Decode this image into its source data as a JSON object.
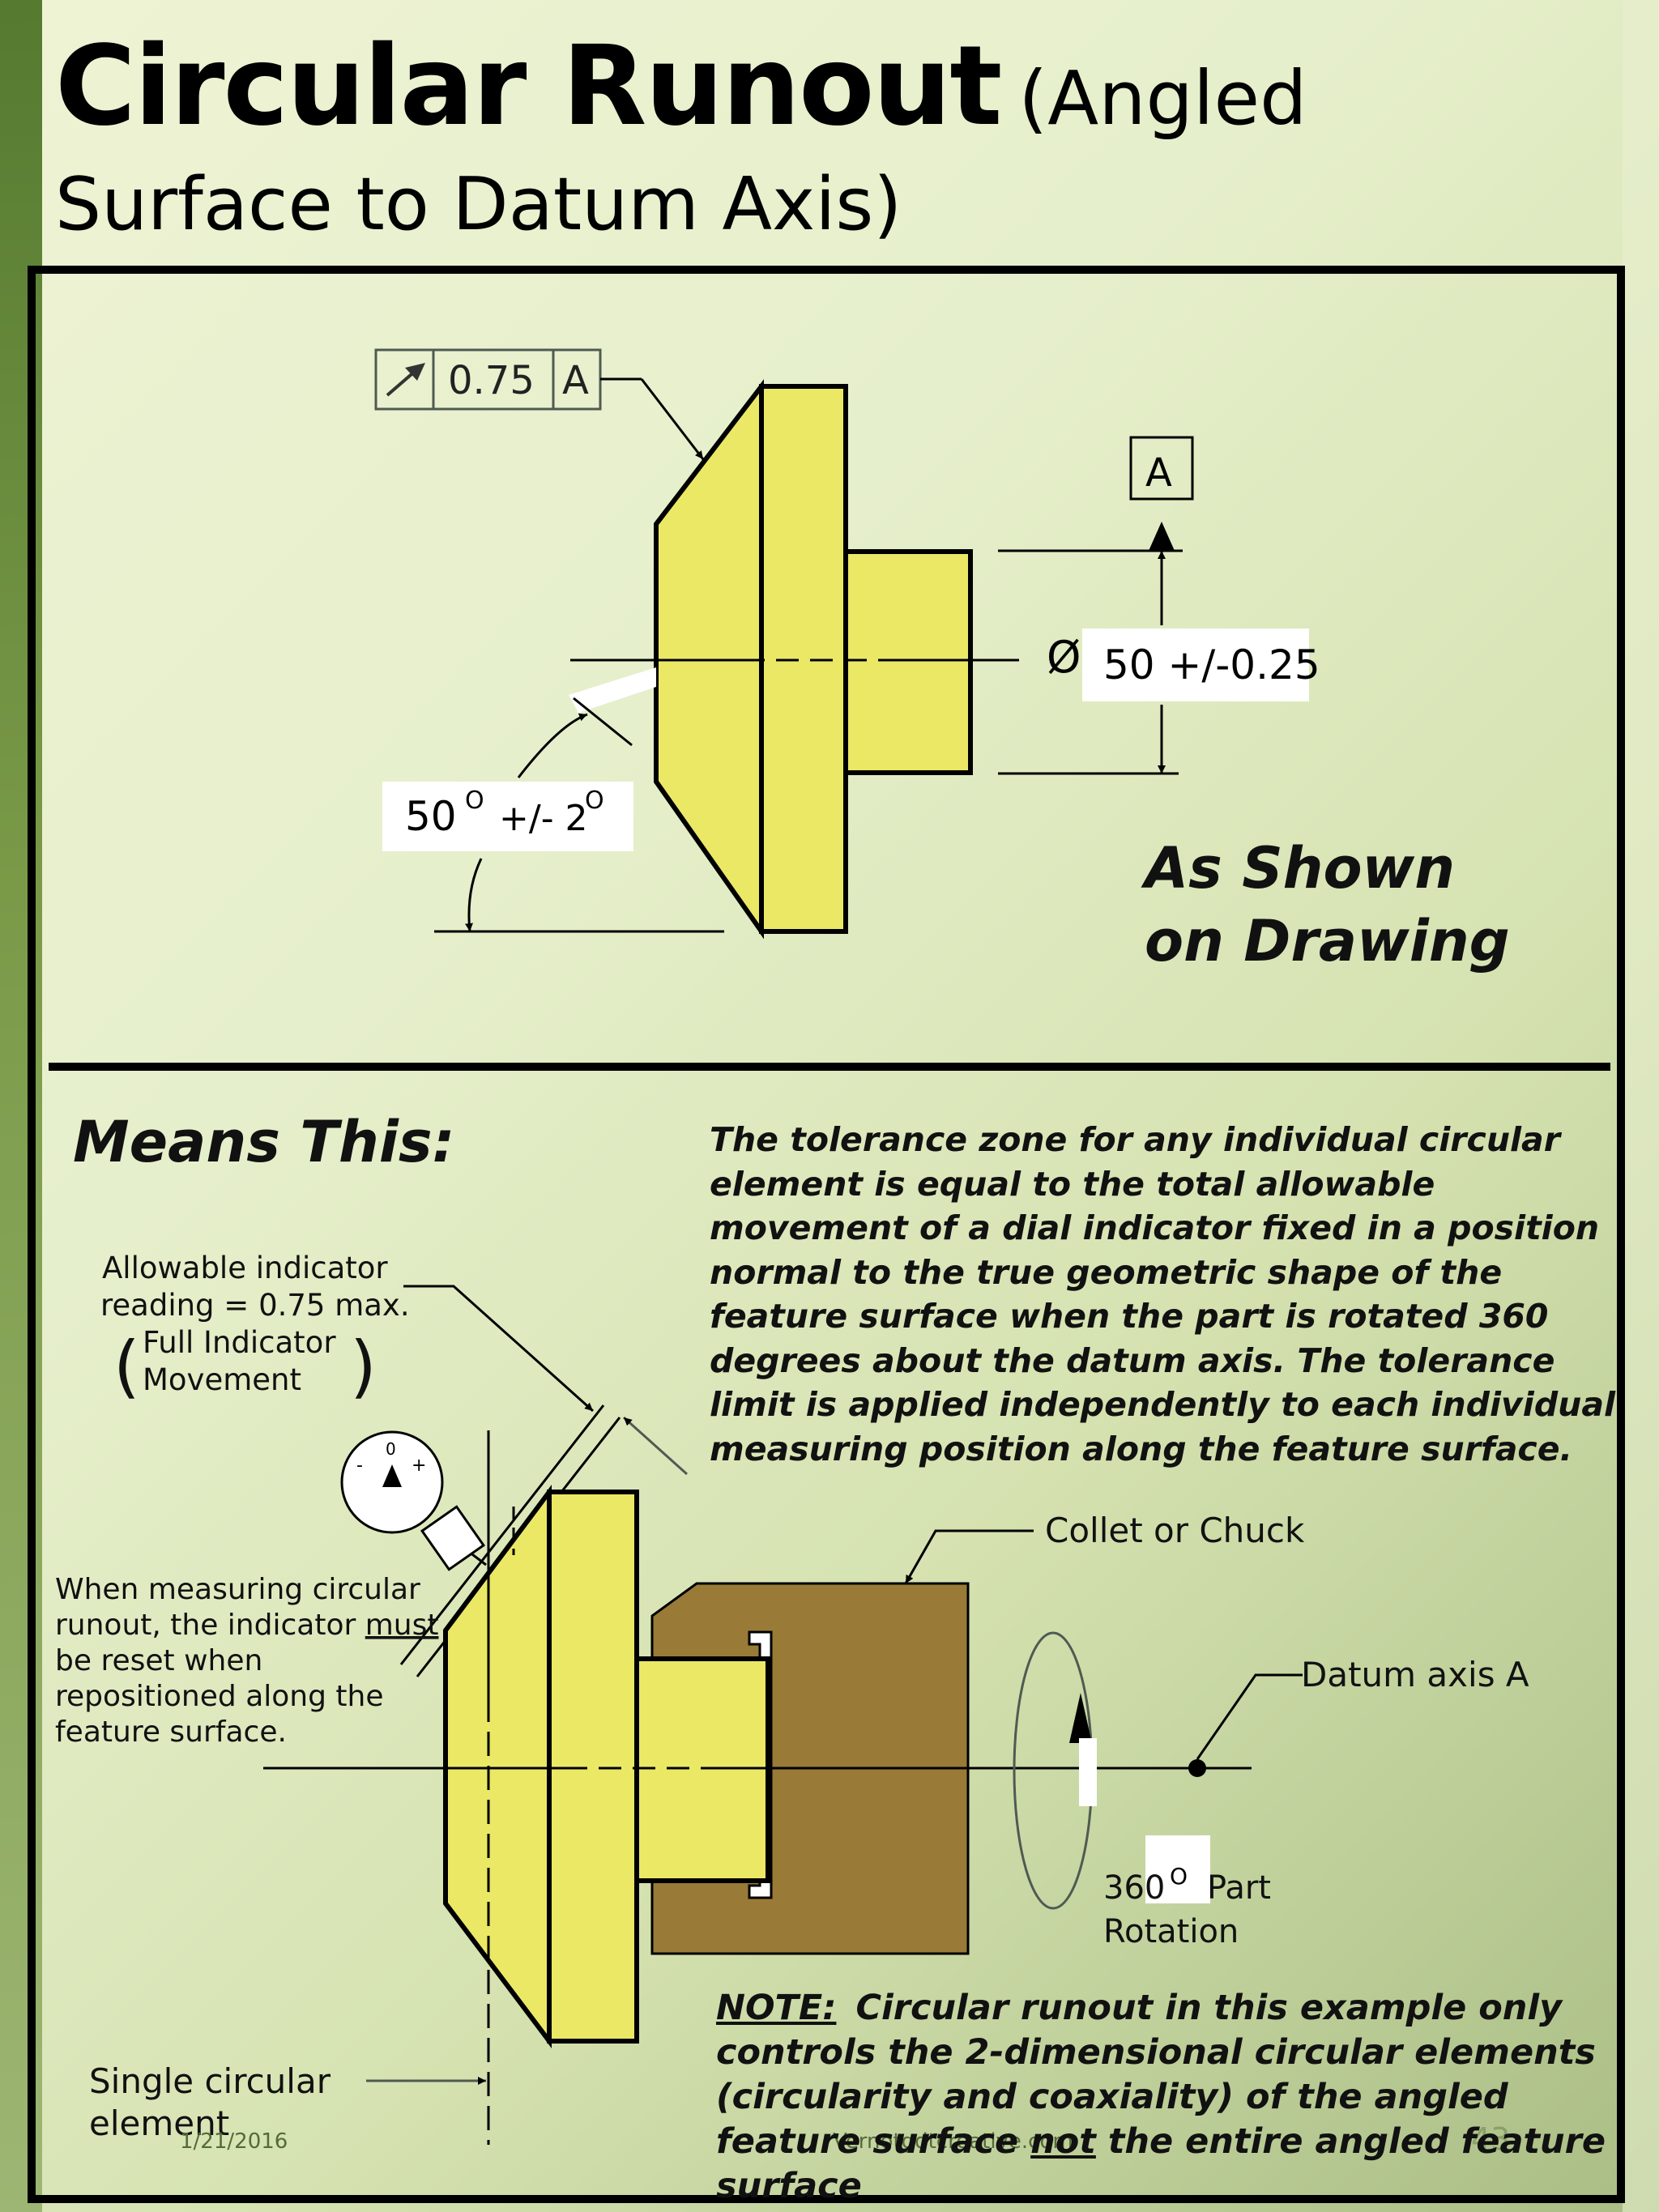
{
  "title": {
    "main": "Circular Runout",
    "suffix": "(Angled",
    "line2": "Surface to Datum Axis)"
  },
  "top_panel": {
    "fcf_value": "0.75",
    "fcf_datum": "A",
    "datum_label": "A",
    "diameter_symbol": "Ø",
    "diameter_dim": "50 +/-0.25",
    "angle_value": "50",
    "angle_deg": "O",
    "angle_tol": "+/- 2",
    "angle_tol_deg": "O",
    "caption_line1": "As Shown",
    "caption_line2": "on Drawing"
  },
  "bottom_panel": {
    "heading": "Means This:",
    "paragraph": "The tolerance zone for any individual circular element is equal to the total allowable movement of a dial indicator fixed in a position normal to the true geometric shape of the feature surface when the part is rotated 360 degrees about the datum axis. The tolerance limit is applied independently to each individual measuring position along the feature surface.",
    "allowable_line1": "Allowable indicator",
    "allowable_line2": "reading = 0.75 max.",
    "fim_line1": "Full Indicator",
    "fim_line2": "Movement",
    "paren_open": "(",
    "paren_close": ")",
    "indicator_zero": "0",
    "indicator_minus": "-",
    "indicator_plus": "+",
    "when_line1": "When measuring circular",
    "when_line2a": "runout, the indicator ",
    "when_line2b": "must",
    "when_line3": "be reset when",
    "when_line4": "repositioned along the",
    "when_line5": "feature surface.",
    "collet_label": "Collet or Chuck",
    "datum_axis_label": "Datum axis A",
    "rotation_value": "360",
    "rotation_deg": "O",
    "rotation_part": "Part",
    "rotation_line2": "Rotation",
    "single_line1": "Single circular",
    "single_line2": "element",
    "note_label": "NOTE:",
    "note_text1": "Circular runout in this example only controls the 2-dimensional circular elements (circularity and coaxiality) of the angled feature surface ",
    "note_not": "not",
    "note_text2": " the entire angled feature surface"
  },
  "footer": {
    "date": "1/21/2016",
    "site": "Vernotgdtcreative.com",
    "page": "43"
  },
  "colors": {
    "part_yellow": "#ebe865",
    "chuck_brown": "#997a37",
    "fcf_gray": "#4f5a52"
  }
}
